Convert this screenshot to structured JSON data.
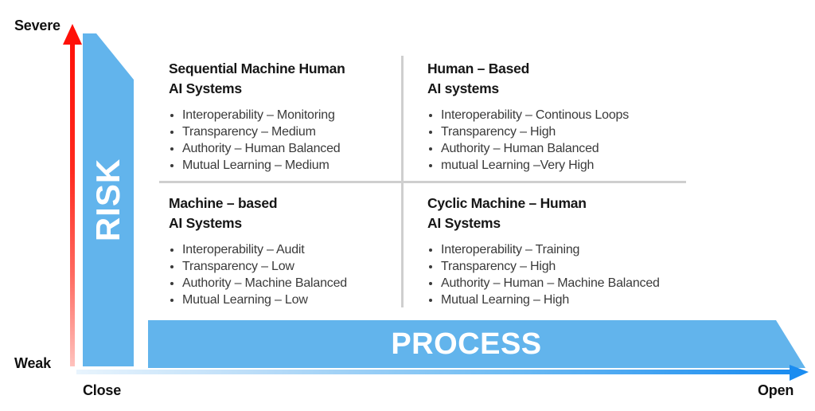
{
  "axes": {
    "vertical": {
      "name": "RISK",
      "band_label": "RISK",
      "top_label": "Severe",
      "bottom_label": "Weak",
      "arrow_color_top": "#ff1e14",
      "arrow_color_bottom": "#ffb3ae"
    },
    "horizontal": {
      "name": "PROCESS",
      "band_label": "PROCESS",
      "left_label": "Close",
      "right_label": "Open",
      "arrow_color_left": "#d6ecfb",
      "arrow_color_right": "#1a8cf0"
    }
  },
  "colors": {
    "band_blue": "#62b4ec",
    "divider_gray": "#cfcfcf",
    "title_black": "#161616",
    "body_gray": "#3a3a3a",
    "band_text_white": "#ffffff"
  },
  "quadrants": [
    {
      "position": "top-left",
      "title_line1": "Sequential Machine Human",
      "title_line2": "AI Systems",
      "items": [
        "Interoperability – Monitoring",
        "Transparency – Medium",
        "Authority – Human Balanced",
        "Mutual Learning – Medium"
      ]
    },
    {
      "position": "top-right",
      "title_line1": "Human – Based",
      "title_line2": "AI systems",
      "items": [
        "Interoperability – Continous Loops",
        "Transparency – High",
        "Authority – Human Balanced",
        "mutual Learning –Very High"
      ]
    },
    {
      "position": "bottom-left",
      "title_line1": "Machine – based",
      "title_line2": "AI Systems",
      "items": [
        "Interoperability – Audit",
        "Transparency – Low",
        "Authority – Machine Balanced",
        "Mutual Learning – Low"
      ]
    },
    {
      "position": "bottom-right",
      "title_line1": "Cyclic Machine – Human",
      "title_line2": "AI Systems",
      "items": [
        "Interoperability – Training",
        "Transparency – High",
        "Authority – Human – Machine Balanced",
        "Mutual Learning – High"
      ]
    }
  ]
}
